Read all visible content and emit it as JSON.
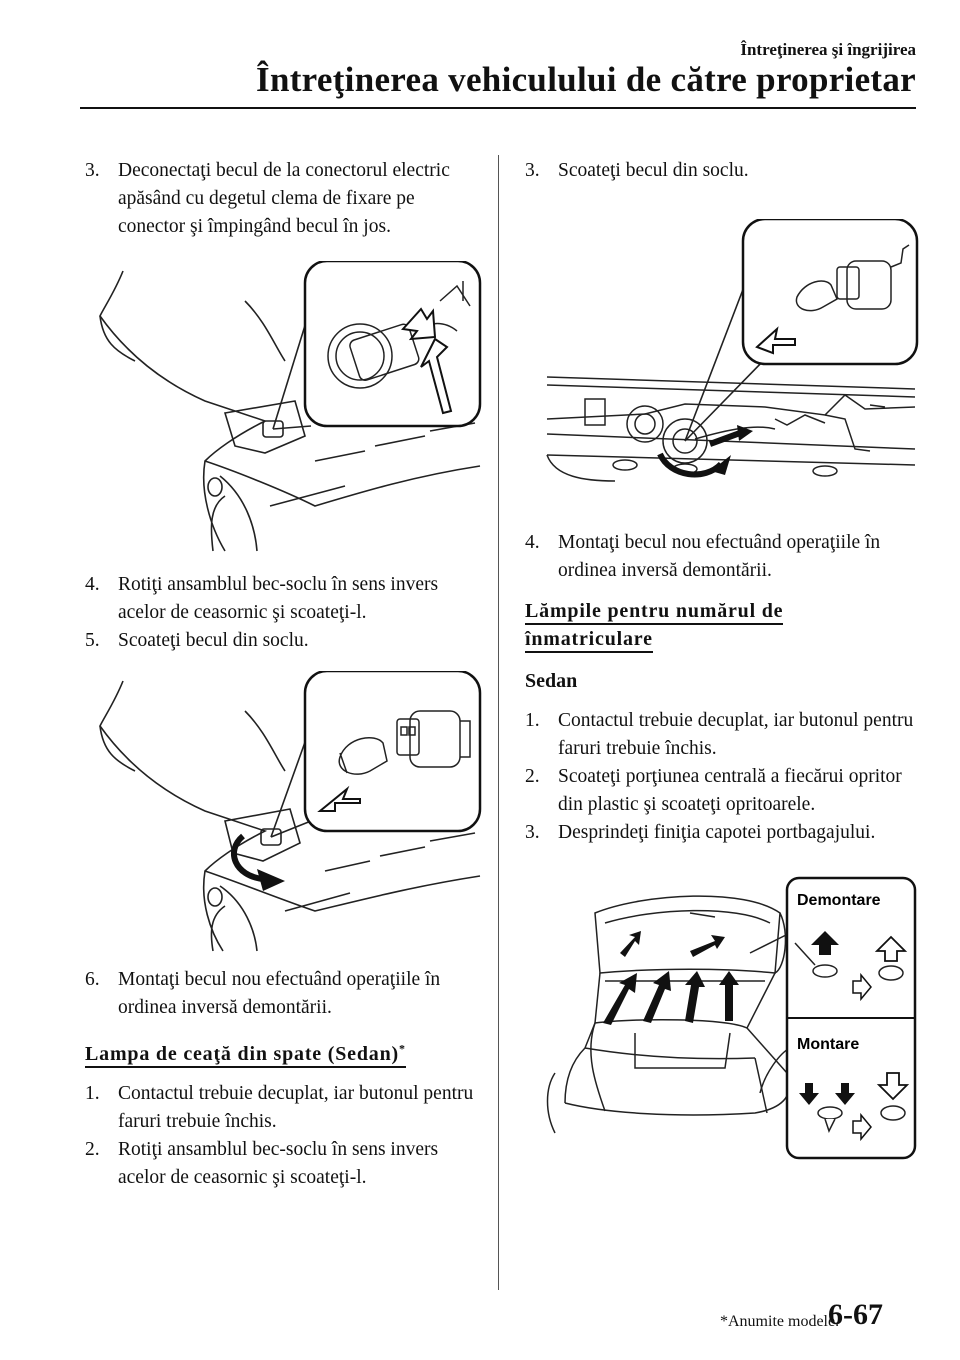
{
  "header": {
    "section": "Întreţinerea şi îngrijirea",
    "title": "Întreţinerea vehiculului de către proprietar"
  },
  "left": {
    "step3": {
      "num": "3.",
      "text": "Deconectaţi becul de la conectorul electric apăsând cu degetul clema de fixare pe conector şi împingând becul în jos."
    },
    "step4": {
      "num": "4.",
      "text": "Rotiţi ansamblul bec-soclu în sens invers acelor de ceasornic şi scoateţi-l."
    },
    "step5": {
      "num": "5.",
      "text": "Scoateţi becul din soclu."
    },
    "step6": {
      "num": "6.",
      "text": "Montaţi becul nou efectuând operaţiile în ordinea inversă demontării."
    },
    "fog_heading": "Lampa de ceaţă din spate (Sedan)",
    "fog_mark": "*",
    "fog_step1": {
      "num": "1.",
      "text": "Contactul trebuie decuplat, iar butonul pentru faruri trebuie închis."
    },
    "fog_step2": {
      "num": "2.",
      "text": "Rotiţi ansamblul bec-soclu în sens invers acelor de ceasornic şi scoateţi-l."
    }
  },
  "right": {
    "step3": {
      "num": "3.",
      "text": "Scoateţi becul din soclu."
    },
    "step4": {
      "num": "4.",
      "text": "Montaţi becul nou efectuând operaţiile în ordinea inversă demontării."
    },
    "plate_heading_line1": "Lămpile pentru numărul de",
    "plate_heading_line2": "înmatriculare",
    "sedan_label": "Sedan",
    "sedan_step1": {
      "num": "1.",
      "text": "Contactul trebuie decuplat, iar butonul pentru faruri trebuie închis."
    },
    "sedan_step2": {
      "num": "2.",
      "text": "Scoateţi porţiunea centrală a fiecărui opritor din plastic şi scoateţi opritoarele."
    },
    "sedan_step3": {
      "num": "3.",
      "text": "Desprindeţi finiţia capotei portbagajului."
    },
    "figure_labels": {
      "remove": "Demontare",
      "install": "Montare"
    }
  },
  "footer": {
    "footnote": "*Anumite modele.",
    "page_number": "6-67"
  }
}
